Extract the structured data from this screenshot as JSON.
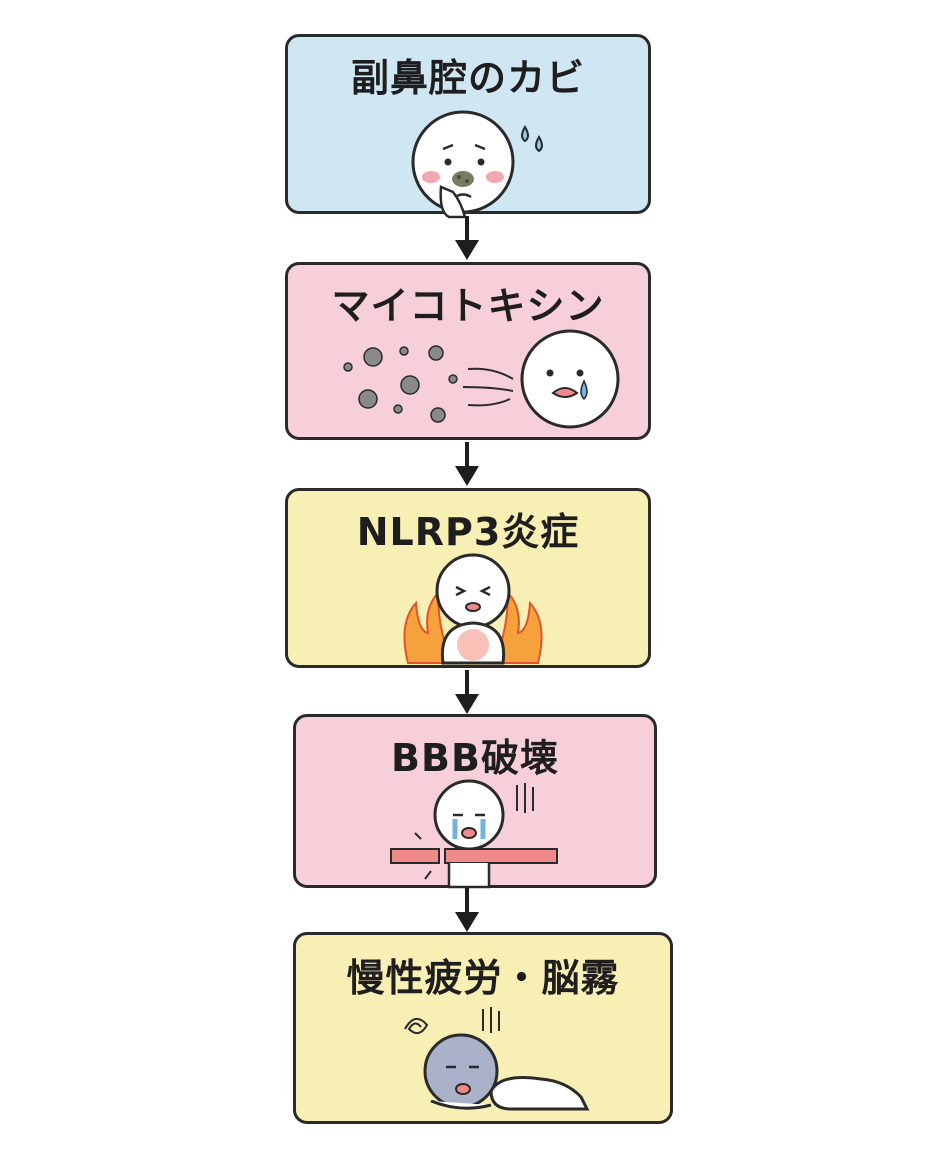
{
  "steps": [
    {
      "label": "副鼻腔のカビ",
      "bg": "#cfe6f3"
    },
    {
      "label": "マイコトキシン",
      "bg": "#f6cfd8"
    },
    {
      "label": "NLRP3炎症",
      "bg": "#f8efb4"
    },
    {
      "label": "BBB破壊",
      "bg": "#f6cfd8"
    },
    {
      "label": "慢性疲労・脳霧",
      "bg": "#f8efb4"
    }
  ]
}
